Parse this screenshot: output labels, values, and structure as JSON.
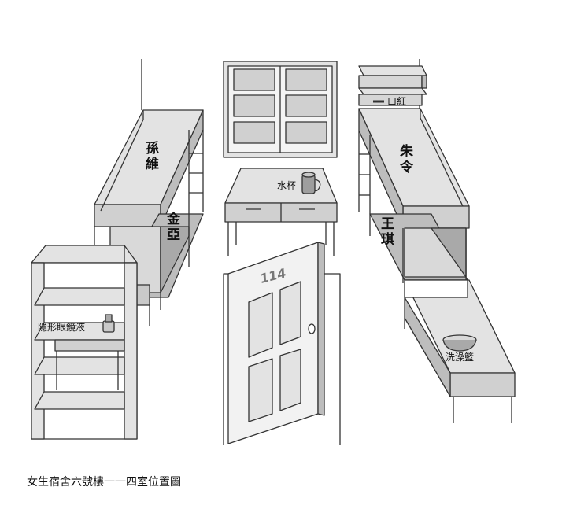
{
  "labels": {
    "bed_upper_left": "孫維",
    "bed_lower_left": "金亞",
    "bed_upper_right": "朱令",
    "bed_lower_right": "王琪",
    "cup": "水杯",
    "lipstick": "口紅",
    "contact_lens_solution": "隱形眼鏡液",
    "wash_basin": "洗澡籃",
    "door_number": "114"
  },
  "caption": "女生宿舍六號樓一一四室位置圖",
  "colors": {
    "line": "#333333",
    "fill_light": "#e3e3e3",
    "fill_mid": "#c9c9c9",
    "fill_dark": "#a9a9a9",
    "door_number": "#777777"
  }
}
